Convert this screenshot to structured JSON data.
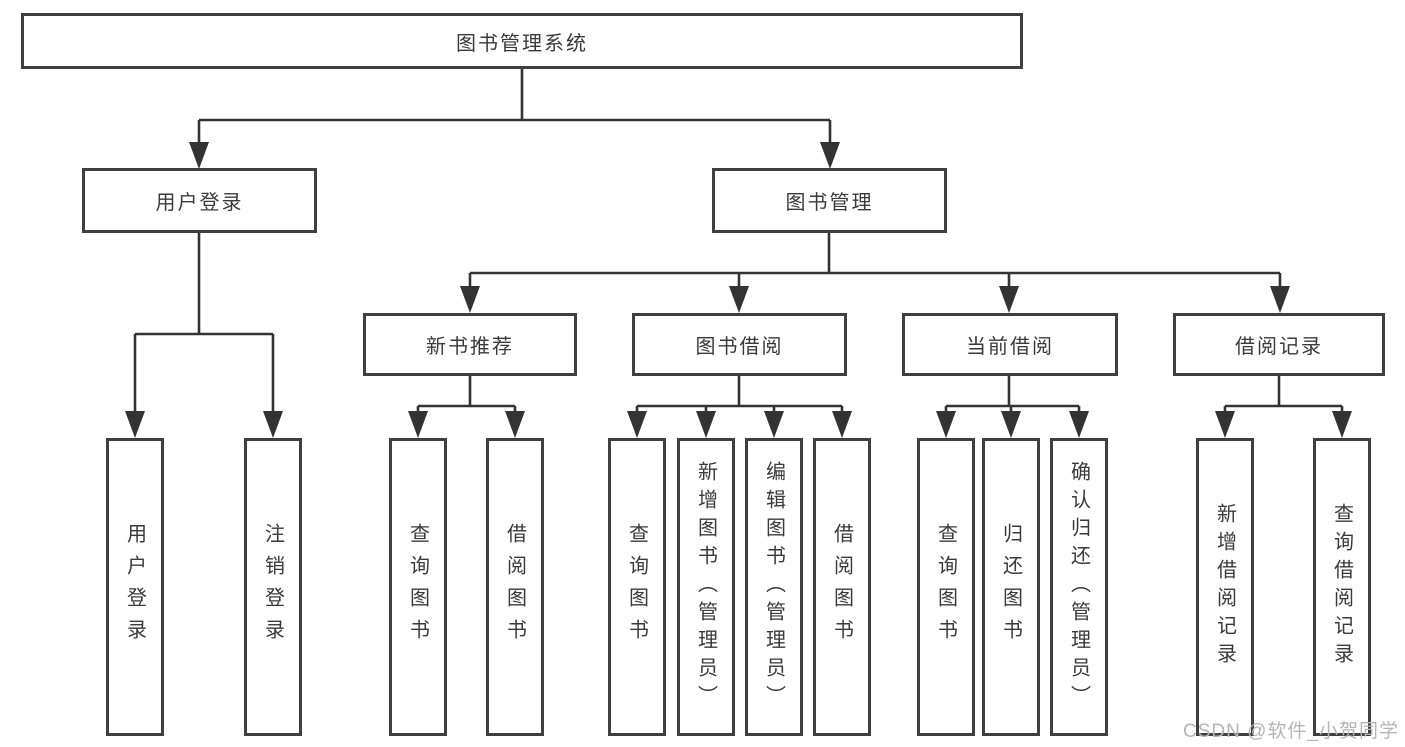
{
  "diagram": {
    "title": "图书管理系统",
    "type": "tree-structure-diagram",
    "colors": {
      "background": "#ffffff",
      "line": "#333333",
      "box_border": "#3f3f3f",
      "text": "#3a3a3a",
      "watermark_text": "#b5b5b5"
    }
  },
  "tree": {
    "label": "图书管理系统",
    "children": [
      {
        "label": "用户登录",
        "children": [
          {
            "label": "用户登录"
          },
          {
            "label": "注销登录"
          }
        ]
      },
      {
        "label": "图书管理",
        "children": [
          {
            "label": "新书推荐",
            "children": [
              {
                "label": "查询图书"
              },
              {
                "label": "借阅图书"
              }
            ]
          },
          {
            "label": "图书借阅",
            "children": [
              {
                "label": "查询图书"
              },
              {
                "label": "新增图书（管理员）"
              },
              {
                "label": "编辑图书（管理员）"
              },
              {
                "label": "借阅图书"
              }
            ]
          },
          {
            "label": "当前借阅",
            "children": [
              {
                "label": "查询图书"
              },
              {
                "label": "归还图书"
              },
              {
                "label": "确认归还（管理员）"
              }
            ]
          },
          {
            "label": "借阅记录",
            "children": [
              {
                "label": "新增借阅记录"
              },
              {
                "label": "查询借阅记录"
              }
            ]
          }
        ]
      }
    ]
  },
  "watermark": {
    "text": "CSDN @软件_小贺同学"
  }
}
